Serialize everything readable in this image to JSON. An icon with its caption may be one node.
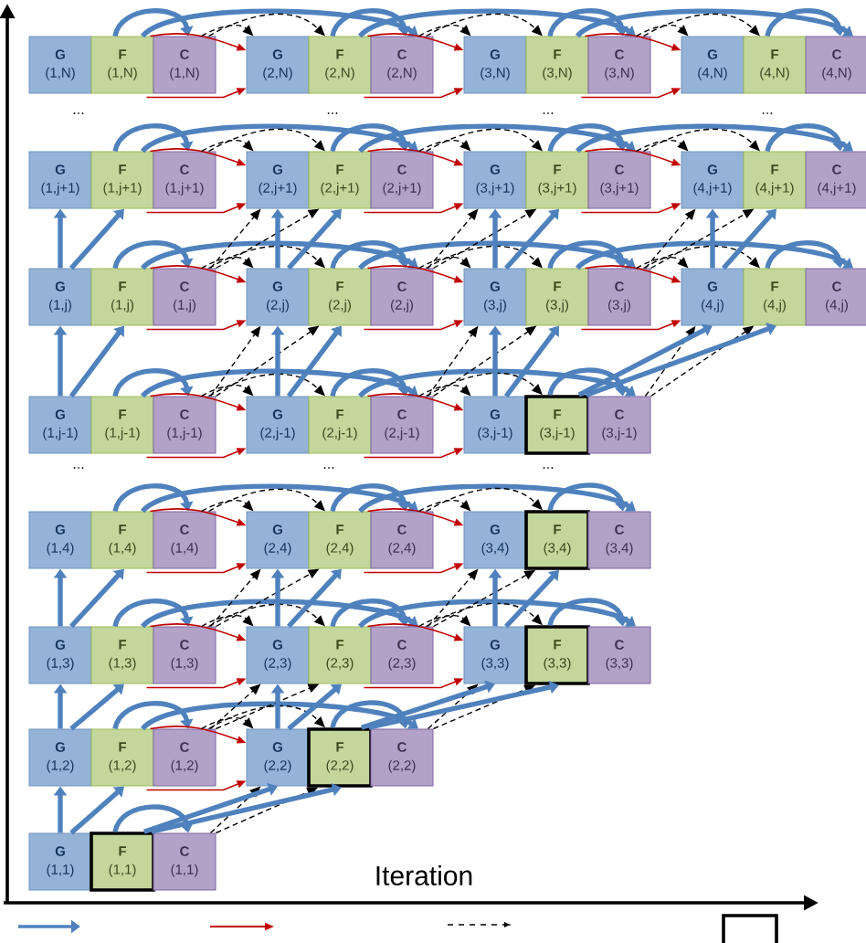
{
  "diagram": {
    "nodes": [
      {
        "text": [
          "G",
          "(1,N)"
        ]
      },
      {
        "text": [
          "F",
          "(1,N)"
        ]
      },
      {
        "text": [
          "C",
          "(1,N)"
        ]
      },
      {
        "text": [
          "G",
          "(2,N)"
        ]
      },
      {
        "text": [
          "F",
          "(2,N)"
        ]
      },
      {
        "text": [
          "C",
          "(2,N)"
        ]
      },
      {
        "text": [
          "G",
          "(3,N)"
        ]
      },
      {
        "text": [
          "F",
          "(3,N)"
        ]
      },
      {
        "text": [
          "C",
          "(3,N)"
        ]
      },
      {
        "text": [
          "G",
          "(4,N)"
        ]
      },
      {
        "text": [
          "F",
          "(4,N)"
        ]
      },
      {
        "text": [
          "C",
          "(4,N)"
        ]
      },
      {
        "text": [
          "G",
          "(1,j+1)"
        ]
      },
      {
        "text": [
          "F",
          "(1,j+1)"
        ]
      },
      {
        "text": [
          "C",
          "(1,j+1)"
        ]
      },
      {
        "text": [
          "G",
          "(2,j+1)"
        ]
      },
      {
        "text": [
          "F",
          "(2,j+1)"
        ]
      },
      {
        "text": [
          "C",
          "(2,j+1)"
        ]
      },
      {
        "text": [
          "G",
          "(3,j+1)"
        ]
      },
      {
        "text": [
          "F",
          "(3,j+1)"
        ]
      },
      {
        "text": [
          "C",
          "(3,j+1)"
        ]
      },
      {
        "text": [
          "G",
          "(4,j+1)"
        ]
      },
      {
        "text": [
          "F",
          "(4,j+1)"
        ]
      },
      {
        "text": [
          "C",
          "(4,j+1)"
        ]
      },
      {
        "text": [
          "G",
          "(1,j)"
        ]
      },
      {
        "text": [
          "F",
          "(1,j)"
        ]
      },
      {
        "text": [
          "C",
          "(1,j)"
        ]
      },
      {
        "text": [
          "G",
          "(2,j)"
        ]
      },
      {
        "text": [
          "F",
          "(2,j)"
        ]
      },
      {
        "text": [
          "C",
          "(2,j)"
        ]
      },
      {
        "text": [
          "G",
          "(3,j)"
        ]
      },
      {
        "text": [
          "F",
          "(3,j)"
        ]
      },
      {
        "text": [
          "C",
          "(3,j)"
        ]
      },
      {
        "text": [
          "G",
          "(4,j)"
        ]
      },
      {
        "text": [
          "F",
          "(4,j)"
        ]
      },
      {
        "text": [
          "C",
          "(4,j)"
        ]
      },
      {
        "text": [
          "G",
          "(1,j-1)"
        ]
      },
      {
        "text": [
          "F",
          "(1,j-1)"
        ]
      },
      {
        "text": [
          "C",
          "(1,j-1)"
        ]
      },
      {
        "text": [
          "G",
          "(2,j-1)"
        ]
      },
      {
        "text": [
          "F",
          "(2,j-1)"
        ]
      },
      {
        "text": [
          "C",
          "(2,j-1)"
        ]
      },
      {
        "text": [
          "G",
          "(3,j-1)"
        ]
      },
      {
        "text": [
          "F",
          "(3,j-1)"
        ]
      },
      {
        "text": [
          "C",
          "(3,j-1)"
        ]
      },
      {
        "text": [
          "G",
          "(1,4)"
        ]
      },
      {
        "text": [
          "F",
          "(1,4)"
        ]
      },
      {
        "text": [
          "C",
          "(1,4)"
        ]
      },
      {
        "text": [
          "G",
          "(2,4)"
        ]
      },
      {
        "text": [
          "F",
          "(2,4)"
        ]
      },
      {
        "text": [
          "C",
          "(2,4)"
        ]
      },
      {
        "text": [
          "G",
          "(3,4)"
        ]
      },
      {
        "text": [
          "F",
          "(3,4)"
        ]
      },
      {
        "text": [
          "C",
          "(3,4)"
        ]
      },
      {
        "text": [
          "G",
          "(1,3)"
        ]
      },
      {
        "text": [
          "F",
          "(1,3)"
        ]
      },
      {
        "text": [
          "C",
          "(1,3)"
        ]
      },
      {
        "text": [
          "G",
          "(2,3)"
        ]
      },
      {
        "text": [
          "F",
          "(2,3)"
        ]
      },
      {
        "text": [
          "C",
          "(2,3)"
        ]
      },
      {
        "text": [
          "G",
          "(3,3)"
        ]
      },
      {
        "text": [
          "F",
          "(3,3)"
        ]
      },
      {
        "text": [
          "C",
          "(3,3)"
        ]
      },
      {
        "text": [
          "G",
          "(1,2)"
        ]
      },
      {
        "text": [
          "F",
          "(1,2)"
        ]
      },
      {
        "text": [
          "C",
          "(1,2)"
        ]
      },
      {
        "text": [
          "G",
          "(2,2)"
        ]
      },
      {
        "text": [
          "F",
          "(2,2)"
        ]
      },
      {
        "text": [
          "C",
          "(2,2)"
        ]
      },
      {
        "text": [
          "G",
          "(1,1)"
        ]
      },
      {
        "text": [
          "F",
          "(1,1)"
        ]
      },
      {
        "text": [
          "C",
          "(1,1)"
        ]
      }
    ],
    "edges": [
      {
        "from": 1,
        "to": 2,
        "arrow": "to",
        "style": "thick",
        "color": "#4f81bd"
      },
      {
        "from": 1,
        "to": 5,
        "arrow": "to",
        "style": "thick",
        "color": "#4f81bd"
      },
      {
        "from": 1,
        "to": 3,
        "arrow": "to",
        "color": "#c00000"
      },
      {
        "from": 1,
        "to": 3,
        "arrow": "to",
        "color": "#c00000"
      },
      {
        "from": 2,
        "to": 3,
        "arrow": "to",
        "style": "dashed",
        "color": "#000000"
      },
      {
        "from": 2,
        "to": 4,
        "arrow": "to",
        "style": "dashed",
        "color": "#000000"
      },
      {
        "from": 4,
        "to": 5,
        "arrow": "to",
        "style": "thick",
        "color": "#4f81bd"
      },
      {
        "from": 4,
        "to": 8,
        "arrow": "to",
        "style": "thick",
        "color": "#4f81bd"
      },
      {
        "from": 4,
        "to": 6,
        "arrow": "to",
        "color": "#c00000"
      },
      {
        "from": 4,
        "to": 6,
        "arrow": "to",
        "color": "#c00000"
      },
      {
        "from": 5,
        "to": 6,
        "arrow": "to",
        "style": "dashed",
        "color": "#000000"
      },
      {
        "from": 5,
        "to": 7,
        "arrow": "to",
        "style": "dashed",
        "color": "#000000"
      },
      {
        "from": 7,
        "to": 8,
        "arrow": "to",
        "style": "thick",
        "color": "#4f81bd"
      },
      {
        "from": 7,
        "to": 11,
        "arrow": "to",
        "style": "thick",
        "color": "#4f81bd"
      },
      {
        "from": 7,
        "to": 9,
        "arrow": "to",
        "color": "#c00000"
      },
      {
        "from": 7,
        "to": 9,
        "arrow": "to",
        "color": "#c00000"
      },
      {
        "from": 8,
        "to": 9,
        "arrow": "to",
        "style": "dashed",
        "color": "#000000"
      },
      {
        "from": 8,
        "to": 10,
        "arrow": "to",
        "style": "dashed",
        "color": "#000000"
      },
      {
        "from": 10,
        "to": 11,
        "arrow": "to",
        "style": "thick",
        "color": "#4f81bd"
      },
      {
        "from": 13,
        "to": 14,
        "arrow": "to",
        "style": "thick",
        "color": "#4f81bd"
      },
      {
        "from": 13,
        "to": 17,
        "arrow": "to",
        "style": "thick",
        "color": "#4f81bd"
      },
      {
        "from": 13,
        "to": 15,
        "arrow": "to",
        "color": "#c00000"
      },
      {
        "from": 13,
        "to": 15,
        "arrow": "to",
        "color": "#c00000"
      },
      {
        "from": 14,
        "to": 15,
        "arrow": "to",
        "style": "dashed",
        "color": "#000000"
      },
      {
        "from": 14,
        "to": 16,
        "arrow": "to",
        "style": "dashed",
        "color": "#000000"
      },
      {
        "from": 16,
        "to": 17,
        "arrow": "to",
        "style": "thick",
        "color": "#4f81bd"
      },
      {
        "from": 16,
        "to": 20,
        "arrow": "to",
        "style": "thick",
        "color": "#4f81bd"
      },
      {
        "from": 16,
        "to": 18,
        "arrow": "to",
        "color": "#c00000"
      },
      {
        "from": 16,
        "to": 18,
        "arrow": "to",
        "color": "#c00000"
      },
      {
        "from": 17,
        "to": 18,
        "arrow": "to",
        "style": "dashed",
        "color": "#000000"
      },
      {
        "from": 17,
        "to": 19,
        "arrow": "to",
        "style": "dashed",
        "color": "#000000"
      },
      {
        "from": 19,
        "to": 20,
        "arrow": "to",
        "style": "thick",
        "color": "#4f81bd"
      },
      {
        "from": 19,
        "to": 23,
        "arrow": "to",
        "style": "thick",
        "color": "#4f81bd"
      },
      {
        "from": 19,
        "to": 21,
        "arrow": "to",
        "color": "#c00000"
      },
      {
        "from": 19,
        "to": 21,
        "arrow": "to",
        "color": "#c00000"
      },
      {
        "from": 20,
        "to": 21,
        "arrow": "to",
        "style": "dashed",
        "color": "#000000"
      },
      {
        "from": 20,
        "to": 22,
        "arrow": "to",
        "style": "dashed",
        "color": "#000000"
      },
      {
        "from": 22,
        "to": 23,
        "arrow": "to",
        "style": "thick",
        "color": "#4f81bd"
      },
      {
        "from": 25,
        "to": 26,
        "arrow": "to",
        "style": "thick",
        "color": "#4f81bd"
      },
      {
        "from": 25,
        "to": 29,
        "arrow": "to",
        "style": "thick",
        "color": "#4f81bd"
      },
      {
        "from": 25,
        "to": 27,
        "arrow": "to",
        "color": "#c00000"
      },
      {
        "from": 25,
        "to": 27,
        "arrow": "to",
        "color": "#c00000"
      },
      {
        "from": 26,
        "to": 27,
        "arrow": "to",
        "style": "dashed",
        "color": "#000000"
      },
      {
        "from": 26,
        "to": 28,
        "arrow": "to",
        "style": "dashed",
        "color": "#000000"
      },
      {
        "from": 24,
        "to": 12,
        "arrow": "to",
        "style": "thick",
        "color": "#4f81bd"
      },
      {
        "from": 24,
        "to": 13,
        "arrow": "to",
        "style": "thick",
        "color": "#4f81bd"
      },
      {
        "from": 26,
        "to": 15,
        "arrow": "to",
        "style": "dashed",
        "color": "#000000"
      },
      {
        "from": 26,
        "to": 16,
        "arrow": "to",
        "style": "dashed",
        "color": "#000000"
      },
      {
        "from": 28,
        "to": 29,
        "arrow": "to",
        "style": "thick",
        "color": "#4f81bd"
      },
      {
        "from": 28,
        "to": 32,
        "arrow": "to",
        "style": "thick",
        "color": "#4f81bd"
      },
      {
        "from": 28,
        "to": 30,
        "arrow": "to",
        "color": "#c00000"
      },
      {
        "from": 28,
        "to": 30,
        "arrow": "to",
        "color": "#c00000"
      },
      {
        "from": 29,
        "to": 30,
        "arrow": "to",
        "style": "dashed",
        "color": "#000000"
      },
      {
        "from": 29,
        "to": 31,
        "arrow": "to",
        "style": "dashed",
        "color": "#000000"
      },
      {
        "from": 27,
        "to": 15,
        "arrow": "to",
        "style": "thick",
        "color": "#4f81bd"
      },
      {
        "from": 27,
        "to": 16,
        "arrow": "to",
        "style": "thick",
        "color": "#4f81bd"
      },
      {
        "from": 29,
        "to": 18,
        "arrow": "to",
        "style": "dashed",
        "color": "#000000"
      },
      {
        "from": 29,
        "to": 19,
        "arrow": "to",
        "style": "dashed",
        "color": "#000000"
      },
      {
        "from": 31,
        "to": 32,
        "arrow": "to",
        "style": "thick",
        "color": "#4f81bd"
      },
      {
        "from": 31,
        "to": 35,
        "arrow": "to",
        "style": "thick",
        "color": "#4f81bd"
      },
      {
        "from": 31,
        "to": 33,
        "arrow": "to",
        "color": "#c00000"
      },
      {
        "from": 31,
        "to": 33,
        "arrow": "to",
        "color": "#c00000"
      },
      {
        "from": 32,
        "to": 33,
        "arrow": "to",
        "style": "dashed",
        "color": "#000000"
      },
      {
        "from": 32,
        "to": 34,
        "arrow": "to",
        "style": "dashed",
        "color": "#000000"
      },
      {
        "from": 30,
        "to": 18,
        "arrow": "to",
        "style": "thick",
        "color": "#4f81bd"
      },
      {
        "from": 30,
        "to": 19,
        "arrow": "to",
        "style": "thick",
        "color": "#4f81bd"
      },
      {
        "from": 32,
        "to": 21,
        "arrow": "to",
        "style": "dashed",
        "color": "#000000"
      },
      {
        "from": 32,
        "to": 22,
        "arrow": "to",
        "style": "dashed",
        "color": "#000000"
      },
      {
        "from": 34,
        "to": 35,
        "arrow": "to",
        "style": "thick",
        "color": "#4f81bd"
      },
      {
        "from": 33,
        "to": 21,
        "arrow": "to",
        "style": "thick",
        "color": "#4f81bd"
      },
      {
        "from": 33,
        "to": 22,
        "arrow": "to",
        "style": "thick",
        "color": "#4f81bd"
      },
      {
        "from": 37,
        "to": 38,
        "arrow": "to",
        "style": "thick",
        "color": "#4f81bd"
      },
      {
        "from": 37,
        "to": 41,
        "arrow": "to",
        "style": "thick",
        "color": "#4f81bd"
      },
      {
        "from": 37,
        "to": 39,
        "arrow": "to",
        "color": "#c00000"
      },
      {
        "from": 37,
        "to": 39,
        "arrow": "to",
        "color": "#c00000"
      },
      {
        "from": 38,
        "to": 39,
        "arrow": "to",
        "style": "dashed",
        "color": "#000000"
      },
      {
        "from": 38,
        "to": 40,
        "arrow": "to",
        "style": "dashed",
        "color": "#000000"
      },
      {
        "from": 36,
        "to": 24,
        "arrow": "to",
        "style": "thick",
        "color": "#4f81bd"
      },
      {
        "from": 36,
        "to": 25,
        "arrow": "to",
        "style": "thick",
        "color": "#4f81bd"
      },
      {
        "from": 38,
        "to": 27,
        "arrow": "to",
        "style": "dashed",
        "color": "#000000"
      },
      {
        "from": 38,
        "to": 28,
        "arrow": "to",
        "style": "dashed",
        "color": "#000000"
      },
      {
        "from": 40,
        "to": 41,
        "arrow": "to",
        "style": "thick",
        "color": "#4f81bd"
      },
      {
        "from": 40,
        "to": 44,
        "arrow": "to",
        "style": "thick",
        "color": "#4f81bd"
      },
      {
        "from": 40,
        "to": 42,
        "arrow": "to",
        "color": "#c00000"
      },
      {
        "from": 40,
        "to": 42,
        "arrow": "to",
        "color": "#c00000"
      },
      {
        "from": 41,
        "to": 42,
        "arrow": "to",
        "style": "dashed",
        "color": "#000000"
      },
      {
        "from": 41,
        "to": 43,
        "arrow": "to",
        "style": "dashed",
        "color": "#000000"
      },
      {
        "from": 39,
        "to": 27,
        "arrow": "to",
        "style": "thick",
        "color": "#4f81bd"
      },
      {
        "from": 39,
        "to": 28,
        "arrow": "to",
        "style": "thick",
        "color": "#4f81bd"
      },
      {
        "from": 41,
        "to": 30,
        "arrow": "to",
        "style": "dashed",
        "color": "#000000"
      },
      {
        "from": 41,
        "to": 31,
        "arrow": "to",
        "style": "dashed",
        "color": "#000000"
      },
      {
        "from": 43,
        "to": 44,
        "arrow": "to",
        "style": "thick",
        "color": "#4f81bd"
      },
      {
        "from": 42,
        "to": 30,
        "arrow": "to",
        "style": "thick",
        "color": "#4f81bd"
      },
      {
        "from": 42,
        "to": 31,
        "arrow": "to",
        "style": "thick",
        "color": "#4f81bd"
      },
      {
        "from": 44,
        "to": 33,
        "arrow": "to",
        "style": "dashed",
        "color": "#000000"
      },
      {
        "from": 44,
        "to": 34,
        "arrow": "to",
        "style": "dashed",
        "color": "#000000"
      },
      {
        "from": 43,
        "to": 33,
        "arrow": "to",
        "style": "thick",
        "color": "#4f81bd"
      },
      {
        "from": 43,
        "to": 34,
        "arrow": "to",
        "style": "thick",
        "color": "#4f81bd"
      },
      {
        "from": 46,
        "to": 47,
        "arrow": "to",
        "style": "thick",
        "color": "#4f81bd"
      },
      {
        "from": 46,
        "to": 50,
        "arrow": "to",
        "style": "thick",
        "color": "#4f81bd"
      },
      {
        "from": 46,
        "to": 48,
        "arrow": "to",
        "color": "#c00000"
      },
      {
        "from": 46,
        "to": 48,
        "arrow": "to",
        "color": "#c00000"
      },
      {
        "from": 47,
        "to": 48,
        "arrow": "to",
        "style": "dashed",
        "color": "#000000"
      },
      {
        "from": 47,
        "to": 49,
        "arrow": "to",
        "style": "dashed",
        "color": "#000000"
      },
      {
        "from": 49,
        "to": 50,
        "arrow": "to",
        "style": "thick",
        "color": "#4f81bd"
      },
      {
        "from": 49,
        "to": 53,
        "arrow": "to",
        "style": "thick",
        "color": "#4f81bd"
      },
      {
        "from": 49,
        "to": 51,
        "arrow": "to",
        "color": "#c00000"
      },
      {
        "from": 49,
        "to": 51,
        "arrow": "to",
        "color": "#c00000"
      },
      {
        "from": 50,
        "to": 51,
        "arrow": "to",
        "style": "dashed",
        "color": "#000000"
      },
      {
        "from": 50,
        "to": 52,
        "arrow": "to",
        "style": "dashed",
        "color": "#000000"
      },
      {
        "from": 52,
        "to": 53,
        "arrow": "to",
        "style": "thick",
        "color": "#4f81bd"
      },
      {
        "from": 55,
        "to": 56,
        "arrow": "to",
        "style": "thick",
        "color": "#4f81bd"
      },
      {
        "from": 55,
        "to": 59,
        "arrow": "to",
        "style": "thick",
        "color": "#4f81bd"
      },
      {
        "from": 55,
        "to": 57,
        "arrow": "to",
        "color": "#c00000"
      },
      {
        "from": 55,
        "to": 57,
        "arrow": "to",
        "color": "#c00000"
      },
      {
        "from": 56,
        "to": 57,
        "arrow": "to",
        "style": "dashed",
        "color": "#000000"
      },
      {
        "from": 56,
        "to": 58,
        "arrow": "to",
        "style": "dashed",
        "color": "#000000"
      },
      {
        "from": 54,
        "to": 45,
        "arrow": "to",
        "style": "thick",
        "color": "#4f81bd"
      },
      {
        "from": 54,
        "to": 46,
        "arrow": "to",
        "style": "thick",
        "color": "#4f81bd"
      },
      {
        "from": 56,
        "to": 48,
        "arrow": "to",
        "style": "dashed",
        "color": "#000000"
      },
      {
        "from": 56,
        "to": 49,
        "arrow": "to",
        "style": "dashed",
        "color": "#000000"
      },
      {
        "from": 58,
        "to": 59,
        "arrow": "to",
        "style": "thick",
        "color": "#4f81bd"
      },
      {
        "from": 58,
        "to": 62,
        "arrow": "to",
        "style": "thick",
        "color": "#4f81bd"
      },
      {
        "from": 58,
        "to": 60,
        "arrow": "to",
        "color": "#c00000"
      },
      {
        "from": 58,
        "to": 60,
        "arrow": "to",
        "color": "#c00000"
      },
      {
        "from": 59,
        "to": 60,
        "arrow": "to",
        "style": "dashed",
        "color": "#000000"
      },
      {
        "from": 59,
        "to": 61,
        "arrow": "to",
        "style": "dashed",
        "color": "#000000"
      },
      {
        "from": 57,
        "to": 48,
        "arrow": "to",
        "style": "thick",
        "color": "#4f81bd"
      },
      {
        "from": 57,
        "to": 49,
        "arrow": "to",
        "style": "thick",
        "color": "#4f81bd"
      },
      {
        "from": 59,
        "to": 51,
        "arrow": "to",
        "style": "dashed",
        "color": "#000000"
      },
      {
        "from": 59,
        "to": 52,
        "arrow": "to",
        "style": "dashed",
        "color": "#000000"
      },
      {
        "from": 61,
        "to": 62,
        "arrow": "to",
        "style": "thick",
        "color": "#4f81bd"
      },
      {
        "from": 60,
        "to": 51,
        "arrow": "to",
        "style": "thick",
        "color": "#4f81bd"
      },
      {
        "from": 60,
        "to": 52,
        "arrow": "to",
        "style": "thick",
        "color": "#4f81bd"
      },
      {
        "from": 64,
        "to": 65,
        "arrow": "to",
        "style": "thick",
        "color": "#4f81bd"
      },
      {
        "from": 64,
        "to": 68,
        "arrow": "to",
        "style": "thick",
        "color": "#4f81bd"
      },
      {
        "from": 64,
        "to": 66,
        "arrow": "to",
        "color": "#c00000"
      },
      {
        "from": 64,
        "to": 66,
        "arrow": "to",
        "color": "#c00000"
      },
      {
        "from": 65,
        "to": 66,
        "arrow": "to",
        "style": "dashed",
        "color": "#000000"
      },
      {
        "from": 65,
        "to": 67,
        "arrow": "to",
        "style": "dashed",
        "color": "#000000"
      },
      {
        "from": 63,
        "to": 54,
        "arrow": "to",
        "style": "thick",
        "color": "#4f81bd"
      },
      {
        "from": 63,
        "to": 55,
        "arrow": "to",
        "style": "thick",
        "color": "#4f81bd"
      },
      {
        "from": 65,
        "to": 57,
        "arrow": "to",
        "style": "dashed",
        "color": "#000000"
      },
      {
        "from": 65,
        "to": 58,
        "arrow": "to",
        "style": "dashed",
        "color": "#000000"
      },
      {
        "from": 67,
        "to": 68,
        "arrow": "to",
        "style": "thick",
        "color": "#4f81bd"
      },
      {
        "from": 66,
        "to": 57,
        "arrow": "to",
        "style": "thick",
        "color": "#4f81bd"
      },
      {
        "from": 66,
        "to": 58,
        "arrow": "to",
        "style": "thick",
        "color": "#4f81bd"
      },
      {
        "from": 68,
        "to": 60,
        "arrow": "to",
        "style": "dashed",
        "color": "#000000"
      },
      {
        "from": 68,
        "to": 61,
        "arrow": "to",
        "style": "dashed",
        "color": "#000000"
      },
      {
        "from": 67,
        "to": 60,
        "arrow": "to",
        "style": "thick",
        "color": "#4f81bd"
      },
      {
        "from": 67,
        "to": 61,
        "arrow": "to",
        "style": "thick",
        "color": "#4f81bd"
      },
      {
        "from": 70,
        "to": 71,
        "arrow": "to",
        "style": "thick",
        "color": "#4f81bd"
      },
      {
        "from": 69,
        "to": 63,
        "arrow": "to",
        "style": "thick",
        "color": "#4f81bd"
      },
      {
        "from": 69,
        "to": 64,
        "arrow": "to",
        "style": "thick",
        "color": "#4f81bd"
      },
      {
        "from": 71,
        "to": 66,
        "arrow": "to",
        "style": "dashed",
        "color": "#000000"
      },
      {
        "from": 71,
        "to": 67,
        "arrow": "to",
        "style": "dashed",
        "color": "#000000"
      },
      {
        "from": 70,
        "to": 66,
        "arrow": "to",
        "style": "thick",
        "color": "#4f81bd"
      },
      {
        "from": 70,
        "to": 67,
        "arrow": "to",
        "style": "thick",
        "color": "#4f81bd"
      }
    ],
    "labels": [
      "...",
      "...",
      "...",
      "...",
      "...",
      "...",
      "...",
      "Iteration"
    ]
  }
}
